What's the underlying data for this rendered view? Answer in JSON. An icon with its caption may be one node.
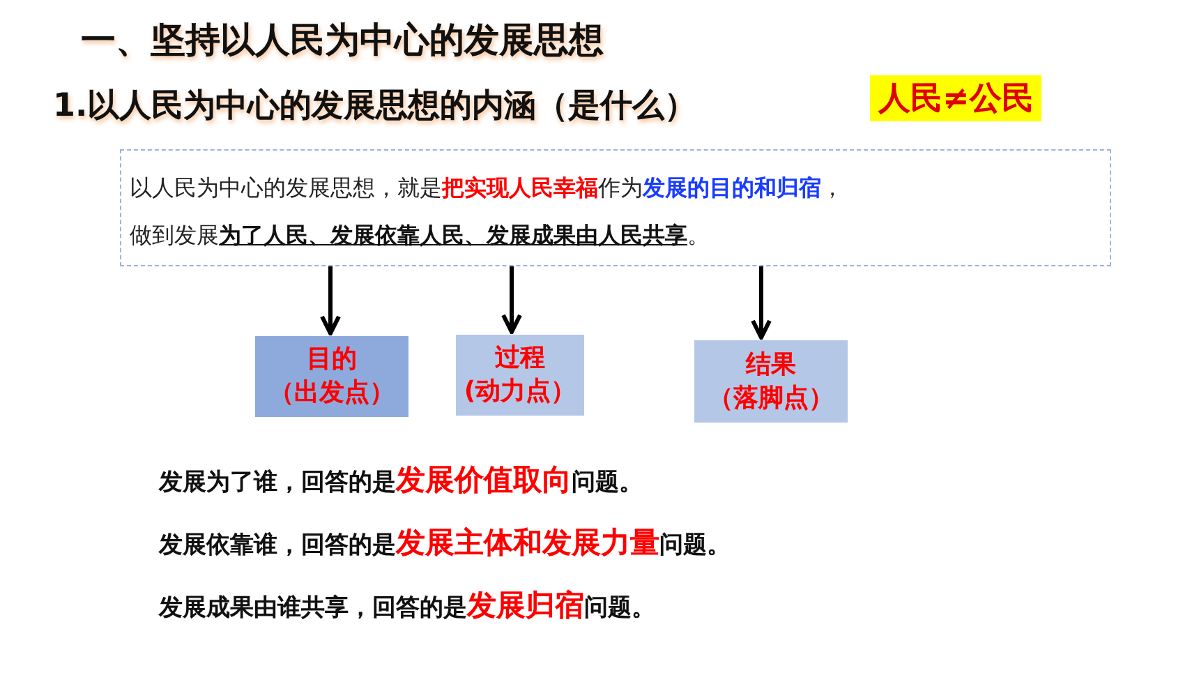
{
  "diagram": {
    "title": "一、坚持以人民为中心的发展思想",
    "nodes": [
      {
        "text": [
          "以人民为中心的发展思想，就是**把实现人民幸福**作为**发展的目的和归宿**，",
          "做到发展**为了人民、发展依靠人民、发展成果由人民共享**。"
        ]
      },
      {
        "text": [
          "目的",
          "（出发点）"
        ]
      },
      {
        "text": [
          "过程",
          "(动力点）"
        ]
      },
      {
        "text": [
          "结果",
          "（落脚点）"
        ]
      }
    ],
    "edges": [
      {
        "from": 0,
        "to": 1,
        "arrow": "to"
      },
      {
        "from": 0,
        "to": 2,
        "arrow": "to"
      },
      {
        "from": 0,
        "to": 3,
        "arrow": "to"
      }
    ],
    "labels": [
      "1.以人民为中心的发展思想的内涵（是什么）",
      "人民≠公民",
      "发展为了谁，回答的是**发展价值取向**问题。",
      "发展依靠谁，回答的是**发展主体和发展力量**问题。",
      "发展成果由谁共享，回答的是**发展归宿**问题。"
    ]
  }
}
